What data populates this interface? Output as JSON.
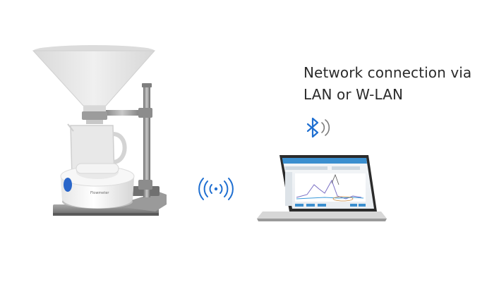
{
  "caption": {
    "line1": "Network connection via",
    "line2": "LAN or W-LAN"
  },
  "device": {
    "brand_label": "Flowmeter"
  },
  "icons": {
    "bluetooth": "bluetooth-icon",
    "wireless": "wireless-signal-icon"
  },
  "colors": {
    "accent_blue": "#1f6fd1",
    "funnel_gray": "#e3e3e3",
    "stand_metal": "#8a8a8a",
    "text": "#2b2b2b"
  }
}
